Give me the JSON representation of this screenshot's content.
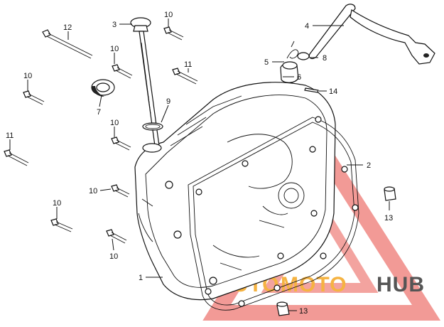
{
  "callouts": {
    "c1": "1",
    "c2": "2",
    "c3": "3",
    "c4": "4",
    "c5": "5",
    "c6": "6",
    "c7": "7",
    "c8": "8",
    "c9": "9",
    "c10a": "10",
    "c10b": "10",
    "c10c": "10",
    "c10d": "10",
    "c10e": "10",
    "c10f": "10",
    "c10g": "10",
    "c11a": "11",
    "c11b": "11",
    "c12": "12",
    "c13a": "13",
    "c13b": "13",
    "c14": "14"
  },
  "watermark": {
    "auto": "AUTO",
    "moto": "MOTO",
    "hub": "HUB",
    "colors": {
      "triangle": "#e8473f",
      "auto": "#f5b342",
      "hub": "#555555"
    }
  }
}
